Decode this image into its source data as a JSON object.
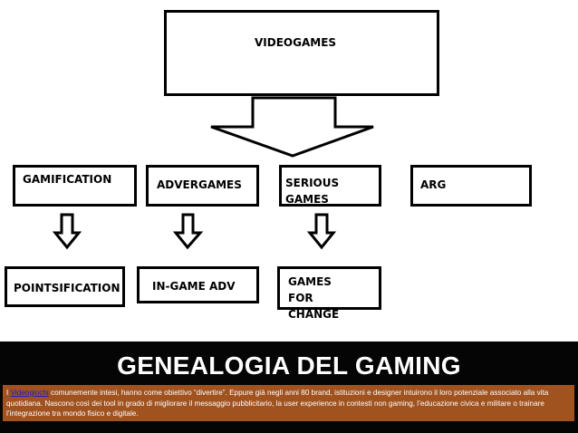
{
  "diagram": {
    "root": "VIDEOGAMES",
    "categories": [
      "GAMIFICATION",
      "ADVERGAMES",
      "SERIOUS GAMES",
      "ARG"
    ],
    "children": [
      "POINTSIFICATION",
      "IN-GAME ADV",
      "GAMES FOR CHANGE"
    ]
  },
  "banner": {
    "title": "GENEALOGIA DEL GAMING",
    "caption_prefix": "I ",
    "caption_link": "Videogiochi",
    "caption_text": " comunemente intesi, hanno come obiettivo “divertire”. Eppure già negli anni 80 brand, istituzioni e designer intuirono il loro potenziale associato alla vita quotidiana. Nascono così dei tool in grado di migliorare il messaggio pubblicitario, la user experience in contesti non gaming, l’educazione civica e militare o trainare l’integrazione tra mondo fisico e digitale."
  }
}
